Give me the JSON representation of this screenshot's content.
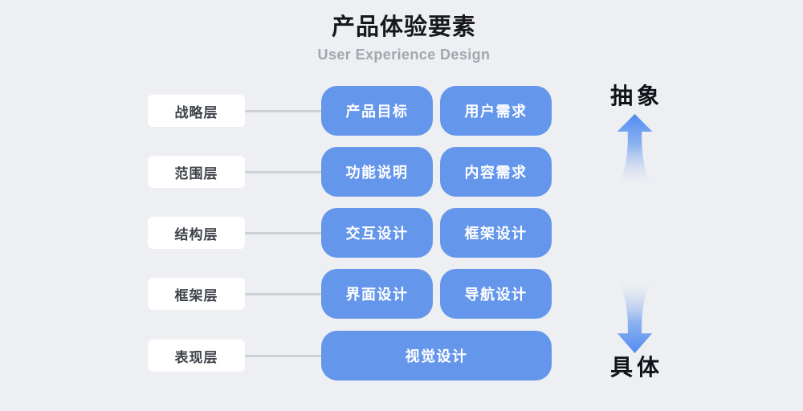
{
  "header": {
    "title": "产品体验要素",
    "subtitle": "User Experience Design"
  },
  "rows": [
    {
      "label": "战略层",
      "boxes": [
        "产品目标",
        "用户需求"
      ]
    },
    {
      "label": "范围层",
      "boxes": [
        "功能说明",
        "内容需求"
      ]
    },
    {
      "label": "结构层",
      "boxes": [
        "交互设计",
        "框架设计"
      ]
    },
    {
      "label": "框架层",
      "boxes": [
        "界面设计",
        "导航设计"
      ]
    },
    {
      "label": "表现层",
      "boxes": [
        "视觉设计"
      ]
    }
  ],
  "axis": {
    "top_label": "抽象",
    "bottom_label": "具体"
  },
  "colors": {
    "background": "#EDEFF3",
    "box_blue": "#6496EB",
    "arrow_blue": "#4F8BF1",
    "label_bg": "#FFFFFF",
    "label_text": "#3F434A",
    "connector_gray": "#CDD1D7",
    "title_text": "#17181C",
    "subtitle_text": "#A2A6AD",
    "box_text": "#FFFFFF"
  }
}
